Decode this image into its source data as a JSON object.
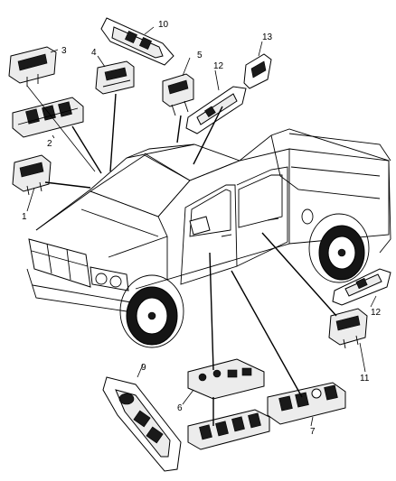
{
  "callouts": {
    "c1": "1",
    "c2": "2",
    "c3": "3",
    "c4": "4",
    "c5": "5",
    "c6": "6",
    "c7": "7",
    "c9": "9",
    "c10": "10",
    "c11": "11",
    "c12a": "12",
    "c12b": "12",
    "c13": "13"
  }
}
